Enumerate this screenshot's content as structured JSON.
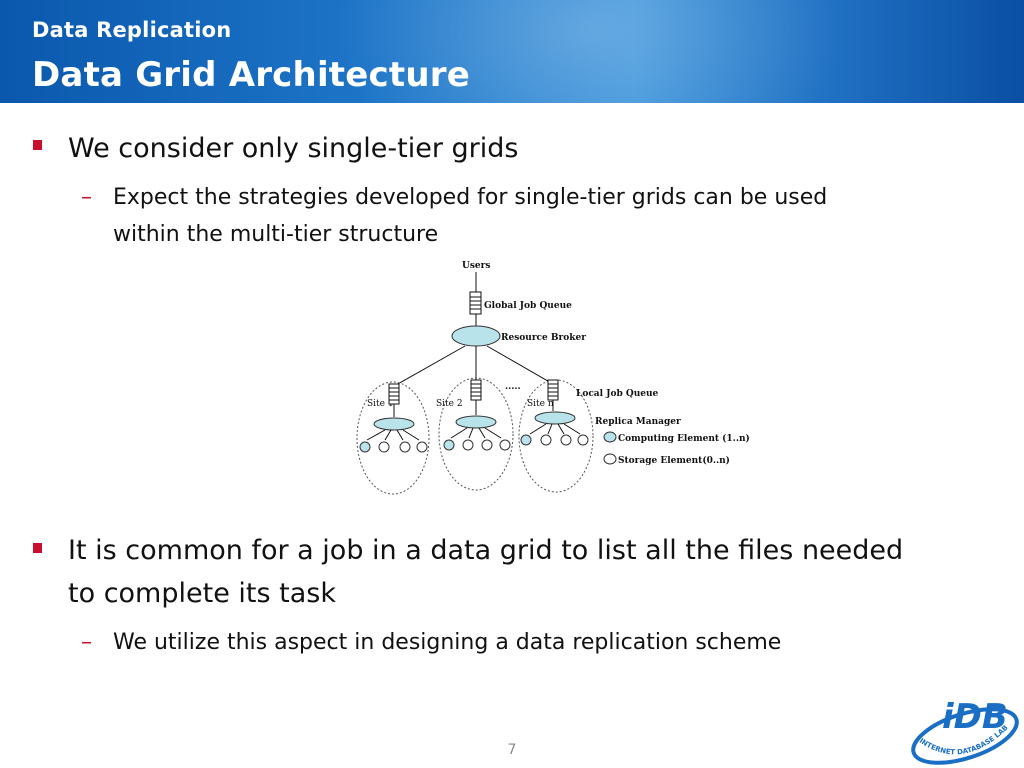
{
  "header": {
    "subtitle": "Data Replication",
    "title": "Data Grid Architecture"
  },
  "bullets": [
    {
      "text": "We consider only single-tier grids",
      "sub": [
        "Expect the strategies developed for single-tier grids can be used",
        "within the multi-tier structure"
      ]
    },
    {
      "text_lines": [
        "It is common for a job in a data grid to list all the files needed",
        "to complete its task"
      ],
      "sub": [
        "We utilize this aspect in designing a data replication scheme"
      ]
    }
  ],
  "diagram": {
    "users": "Users",
    "global_queue": "Global Job Queue",
    "broker": "Resource Broker",
    "local_queue": "Local Job Queue",
    "replica_manager": "Replica Manager",
    "computing": "Computing Element (1..n)",
    "storage": "Storage Element(0..n)",
    "site1": "Site 1",
    "site2": "Site 2",
    "siten": "Site n",
    "dots": "....."
  },
  "page_number": "7",
  "logo": {
    "letters": "iDB",
    "ring_text": "INTERNET DATABASE LAB"
  },
  "colors": {
    "header_blue": "#1d74c7",
    "bullet_red": "#c8102e",
    "logo_blue": "#1a6fc4"
  }
}
